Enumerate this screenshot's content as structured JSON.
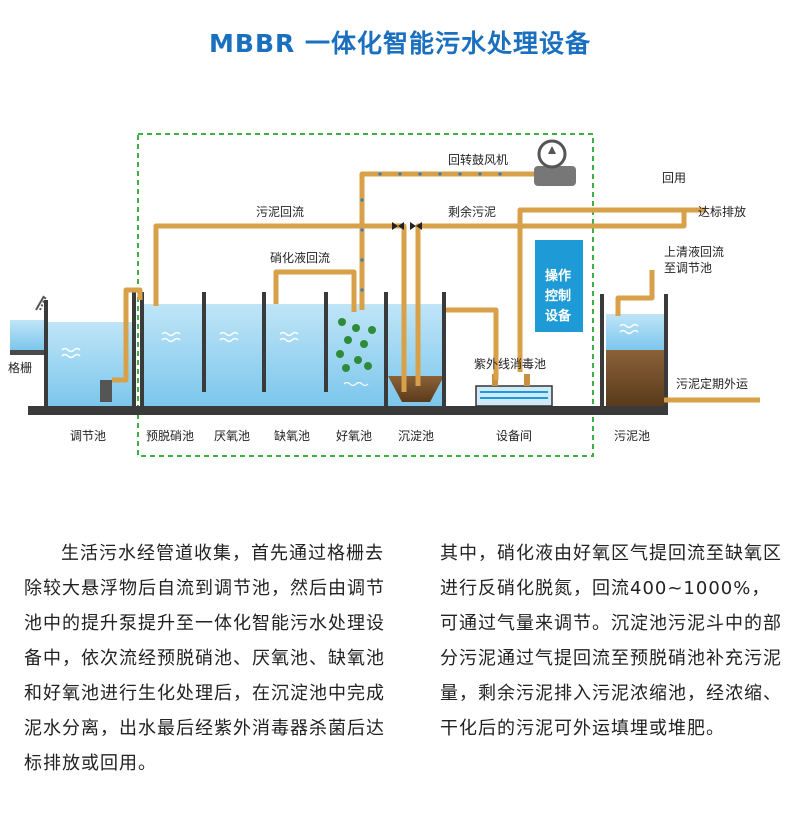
{
  "title": "MBBR 一体化智能污水处理设备",
  "labels": {
    "screen": "格栅",
    "regulating_tank": "调节池",
    "pre_denitrification_tank": "预脱硝池",
    "anaerobic_tank": "厌氧池",
    "anoxic_tank": "缺氧池",
    "aerobic_tank": "好氧池",
    "sedimentation_tank": "沉淀池",
    "equipment_room": "设备间",
    "sludge_tank": "污泥池",
    "sludge_return": "污泥回流",
    "nitrate_return": "硝化液回流",
    "rotary_blower": "回转鼓风机",
    "excess_sludge": "剩余污泥",
    "reuse": "回用",
    "discharge": "达标排放",
    "supernatant_return": "上清液回流",
    "supernatant_return_2": "至调节池",
    "uv_disinfection": "紫外线消毒池",
    "control_panel_1": "操作",
    "control_panel_2": "控制",
    "control_panel_3": "设备",
    "sludge_outward": "污泥定期外运"
  },
  "description": {
    "left": "生活污水经管道收集，首先通过格栅去除较大悬浮物后自流到调节池，然后由调节池中的提升泵提升至一体化智能污水处理设备中，依次流经预脱硝池、厌氧池、缺氧池和好氧池进行生化处理后，在沉淀池中完成泥水分离，出水最后经紫外消毒器杀菌后达标排放或回用。",
    "right": "其中，硝化液由好氧区气提回流至缺氧区进行反硝化脱氮，回流400~1000%，可通过气量来调节。沉淀池污泥斗中的部分污泥通过气提回流至预脱硝池补充污泥量，剩余污泥排入污泥浓缩池，经浓缩、干化后的污泥可外运填埋或堆肥。"
  },
  "colors": {
    "title": "#1a6fbf",
    "pipe": "#d9a04a",
    "water": "#9fd3ef",
    "water_deep": "#6fbfe8",
    "sludge": "#6b4a2a",
    "control_panel": "#1e9bd7",
    "dashed_border": "#3cb043"
  }
}
